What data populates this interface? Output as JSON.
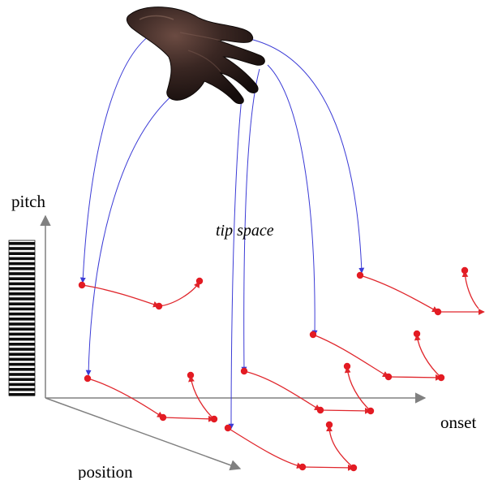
{
  "labels": {
    "pitch": "pitch",
    "onset": "onset",
    "position": "position",
    "tip_space": "tip space"
  },
  "icons": {
    "hand": "hand-icon",
    "keyboard": "piano-keyboard-icon"
  },
  "colors": {
    "link_arrows": "#3b3bd6",
    "note_trajectories": "#e0262c",
    "note_points": "#e31b23",
    "axes": "#808080",
    "hand": "#2a1c1a"
  }
}
